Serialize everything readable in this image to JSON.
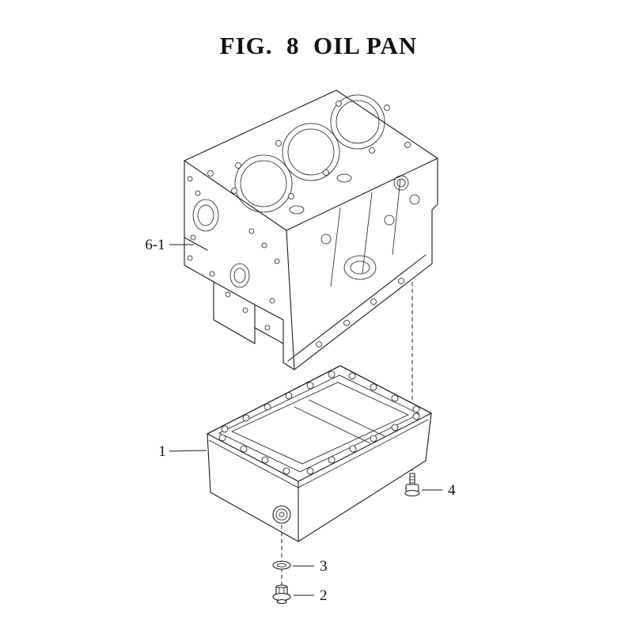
{
  "figure": {
    "title": "FIG.  8  OIL PAN"
  },
  "callouts": [
    {
      "label": "6-1"
    },
    {
      "label": "1"
    },
    {
      "label": "4"
    },
    {
      "label": "3"
    },
    {
      "label": "2"
    }
  ],
  "colors": {
    "line": "#1a1a1a",
    "background": "#ffffff",
    "text": "#111111"
  }
}
